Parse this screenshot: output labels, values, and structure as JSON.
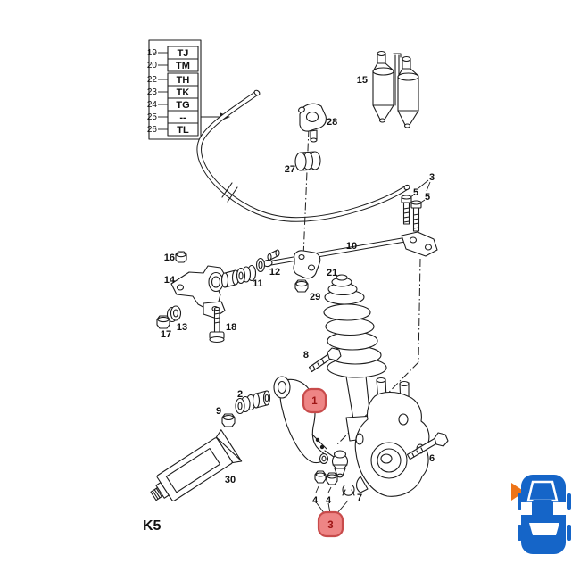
{
  "diagram": {
    "legend_table": {
      "rows": [
        {
          "ref": "19",
          "code": "TJ"
        },
        {
          "ref": "20",
          "code": "TM"
        },
        {
          "ref": "22",
          "code": "TH"
        },
        {
          "ref": "23",
          "code": "TK"
        },
        {
          "ref": "24",
          "code": "TG"
        },
        {
          "ref": "25",
          "code": "--"
        },
        {
          "ref": "26",
          "code": "TL"
        }
      ]
    },
    "part_labels": {
      "p15": "15",
      "p28": "28",
      "p27": "27",
      "p3_top": "3",
      "p5a": "5",
      "p5b": "5",
      "p10": "10",
      "p16": "16",
      "p14": "14",
      "p11": "11",
      "p12": "12",
      "p21": "21",
      "p29": "29",
      "p13": "13",
      "p17": "17",
      "p18": "18",
      "p8": "8",
      "p2": "2",
      "p9": "9",
      "p6": "6",
      "p30": "30",
      "p4a": "4",
      "p4b": "4",
      "p7": "7"
    },
    "hotspots": {
      "hotspot1": "1",
      "hotspot3": "3"
    },
    "footer_code": "K5",
    "colors": {
      "line": "#1c1c1c",
      "hotspot_fill": "#ee8585",
      "hotspot_border": "#c84b4b",
      "hotspot_text": "#9e1515",
      "car_blue": "#1565c8",
      "arrow_orange": "#ee7418",
      "background": "#ffffff"
    }
  }
}
